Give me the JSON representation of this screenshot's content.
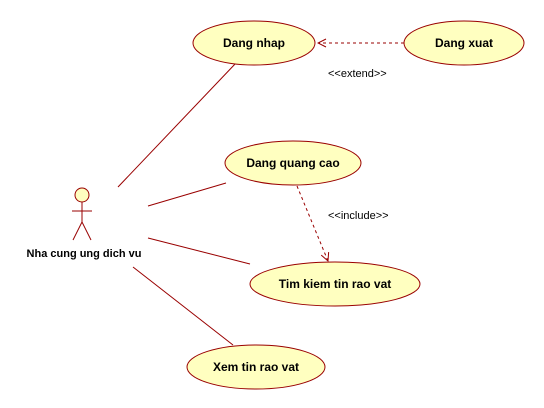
{
  "diagram": {
    "actor": {
      "label": "Nha cung ung dich vu"
    },
    "use_cases": {
      "login": "Dang nhap",
      "logout": "Dang xuat",
      "post_ad": "Dang quang cao",
      "search": "Tim kiem tin rao vat",
      "view": "Xem tin rao vat"
    },
    "relationships": {
      "extend": "<<extend>>",
      "include": "<<include>>"
    },
    "colors": {
      "use_case_fill": "#ffffc0",
      "outline": "#990000",
      "actor_fill": "#ffffc0"
    }
  }
}
